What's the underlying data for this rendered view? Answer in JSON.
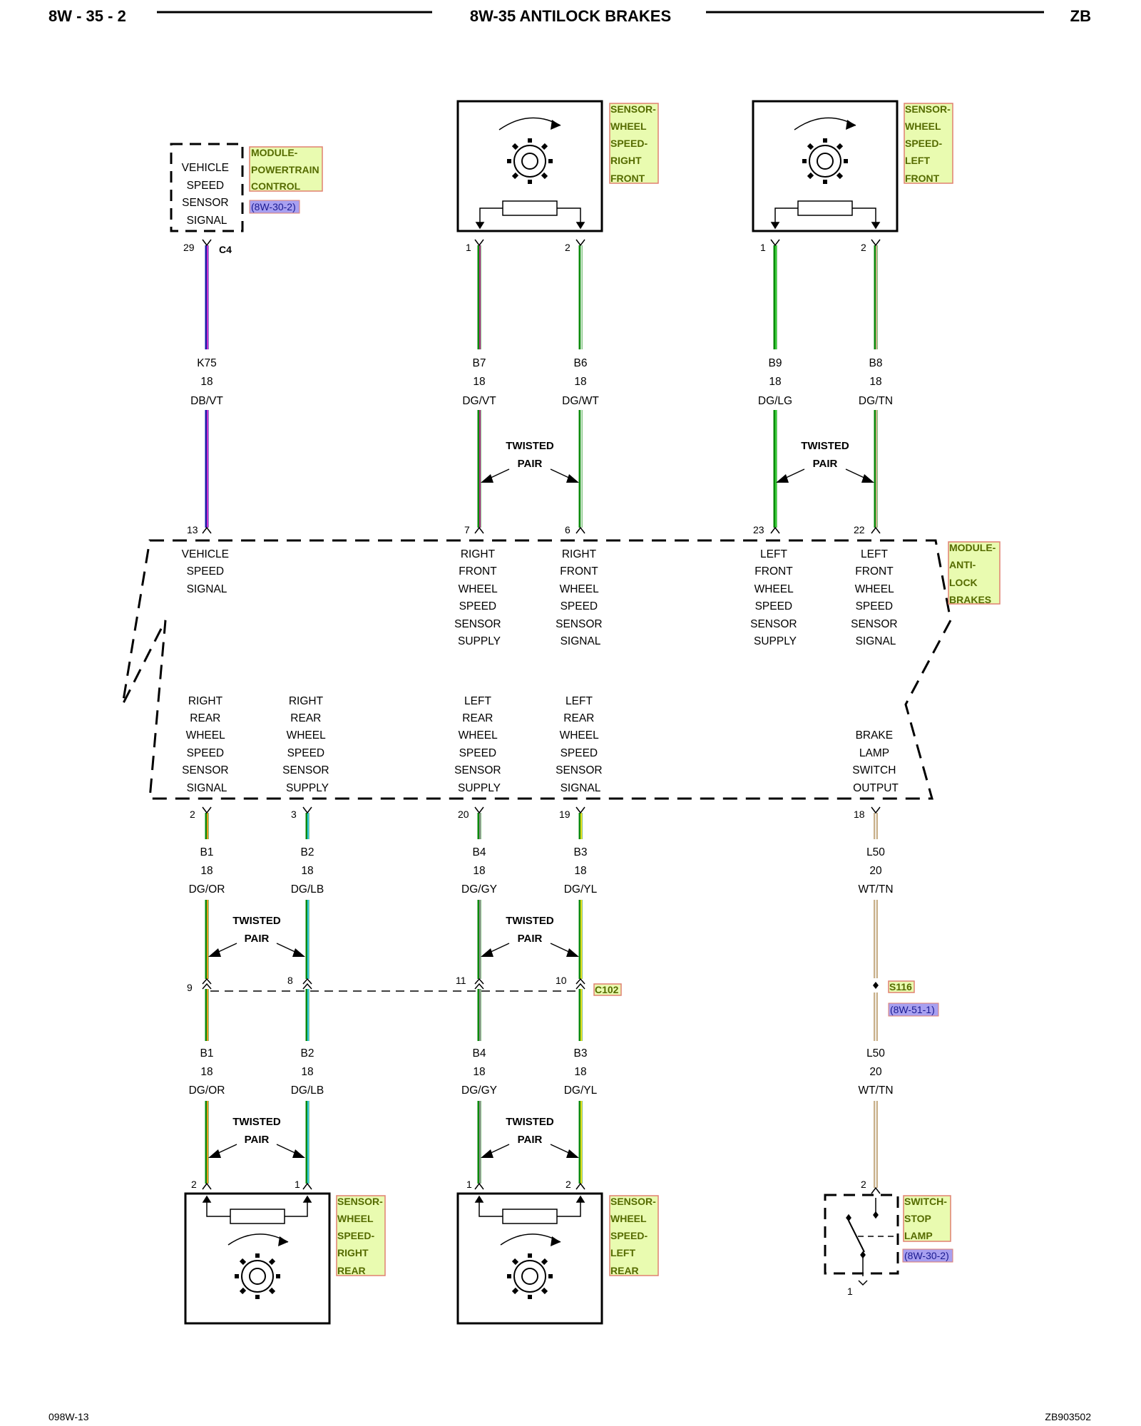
{
  "header": {
    "page_number": "8W - 35 - 2",
    "title": "8W-35 ANTILOCK BRAKES",
    "model": "ZB"
  },
  "footer": {
    "left_code": "098W-13",
    "right_code": "ZB903502"
  },
  "components": {
    "pcm": {
      "label_lines": [
        "MODULE-",
        "POWERTRAIN",
        "CONTROL"
      ],
      "ref": "(8W-30-2)",
      "inner_lines": [
        "VEHICLE",
        "SPEED",
        "SENSOR",
        "SIGNAL"
      ],
      "connector": "C4"
    },
    "sensor_rf": {
      "label_lines": [
        "SENSOR-",
        "WHEEL",
        "SPEED-",
        "RIGHT",
        "FRONT"
      ]
    },
    "sensor_lf": {
      "label_lines": [
        "SENSOR-",
        "WHEEL",
        "SPEED-",
        "LEFT",
        "FRONT"
      ]
    },
    "abs": {
      "label_lines": [
        "MODULE-",
        "ANTI-",
        "LOCK",
        "BRAKES"
      ]
    },
    "sensor_rr": {
      "label_lines": [
        "SENSOR-",
        "WHEEL",
        "SPEED-",
        "RIGHT",
        "REAR"
      ]
    },
    "sensor_lr": {
      "label_lines": [
        "SENSOR-",
        "WHEEL",
        "SPEED-",
        "LEFT",
        "REAR"
      ]
    },
    "stop_switch": {
      "label_lines": [
        "SWITCH-",
        "STOP",
        "LAMP"
      ],
      "ref": "(8W-30-2)"
    },
    "c102": {
      "label": "C102"
    },
    "s116": {
      "label": "S116",
      "ref": "(8W-51-1)"
    }
  },
  "twisted_pair": [
    "TWISTED",
    "PAIR"
  ],
  "abs_top_functions": [
    [
      "VEHICLE",
      "SPEED",
      "SIGNAL"
    ],
    [
      "RIGHT",
      "FRONT",
      "WHEEL",
      "SPEED",
      "SENSOR",
      "SUPPLY"
    ],
    [
      "RIGHT",
      "FRONT",
      "WHEEL",
      "SPEED",
      "SENSOR",
      "SIGNAL"
    ],
    [
      "LEFT",
      "FRONT",
      "WHEEL",
      "SPEED",
      "SENSOR",
      "SUPPLY"
    ],
    [
      "LEFT",
      "FRONT",
      "WHEEL",
      "SPEED",
      "SENSOR",
      "SIGNAL"
    ]
  ],
  "abs_bottom_functions": [
    [
      "RIGHT",
      "REAR",
      "WHEEL",
      "SPEED",
      "SENSOR",
      "SIGNAL"
    ],
    [
      "RIGHT",
      "REAR",
      "WHEEL",
      "SPEED",
      "SENSOR",
      "SUPPLY"
    ],
    [
      "LEFT",
      "REAR",
      "WHEEL",
      "SPEED",
      "SENSOR",
      "SUPPLY"
    ],
    [
      "LEFT",
      "REAR",
      "WHEEL",
      "SPEED",
      "SENSOR",
      "SIGNAL"
    ],
    [
      "BRAKE",
      "LAMP",
      "SWITCH",
      "OUTPUT"
    ]
  ],
  "top_wires": [
    {
      "circuit": "K75",
      "gauge": "18",
      "color_code": "DB/VT",
      "pin_top": "29",
      "pin_bottom": "13",
      "base": "#1a1aa8",
      "tracer": "#cc33cc"
    },
    {
      "circuit": "B7",
      "gauge": "18",
      "color_code": "DG/VT",
      "pin_top": "1",
      "pin_bottom": "7",
      "base": "#0a8a0a",
      "tracer": "#b0308a"
    },
    {
      "circuit": "B6",
      "gauge": "18",
      "color_code": "DG/WT",
      "pin_top": "2",
      "pin_bottom": "6",
      "base": "#0a8a0a",
      "tracer": "#ffffff"
    },
    {
      "circuit": "B9",
      "gauge": "18",
      "color_code": "DG/LG",
      "pin_top": "1",
      "pin_bottom": "23",
      "base": "#0a8a0a",
      "tracer": "#3ad03a"
    },
    {
      "circuit": "B8",
      "gauge": "18",
      "color_code": "DG/TN",
      "pin_top": "2",
      "pin_bottom": "22",
      "base": "#0a8a0a",
      "tracer": "#c8b08a"
    }
  ],
  "bottom_wires": [
    {
      "circuit": "B1",
      "gauge": "18",
      "color_code": "DG/OR",
      "pin_abs": "2",
      "pin_c102": "9",
      "pin_sensor": "2",
      "base": "#0a8a0a",
      "tracer": "#e89a20"
    },
    {
      "circuit": "B2",
      "gauge": "18",
      "color_code": "DG/LB",
      "pin_abs": "3",
      "pin_c102": "8",
      "pin_sensor": "1",
      "base": "#0a8a0a",
      "tracer": "#30c8e8"
    },
    {
      "circuit": "B4",
      "gauge": "18",
      "color_code": "DG/GY",
      "pin_abs": "20",
      "pin_c102": "11",
      "pin_sensor": "1",
      "base": "#0a8a0a",
      "tracer": "#909090"
    },
    {
      "circuit": "B3",
      "gauge": "18",
      "color_code": "DG/YL",
      "pin_abs": "19",
      "pin_c102": "10",
      "pin_sensor": "2",
      "base": "#0a8a0a",
      "tracer": "#e8e020"
    },
    {
      "circuit": "L50",
      "gauge": "20",
      "color_code": "WT/TN",
      "pin_abs": "18",
      "pin_sensor": "2",
      "pin_ground": "1",
      "base": "#c8b08a",
      "tracer": "#ffffff"
    }
  ],
  "colors": {
    "label_fill": "#e9fbb0",
    "label_border": "#e08070",
    "label_text": "#556b00",
    "ref_fill": "#a8a0f0",
    "ref_text": "#1a1a90"
  }
}
